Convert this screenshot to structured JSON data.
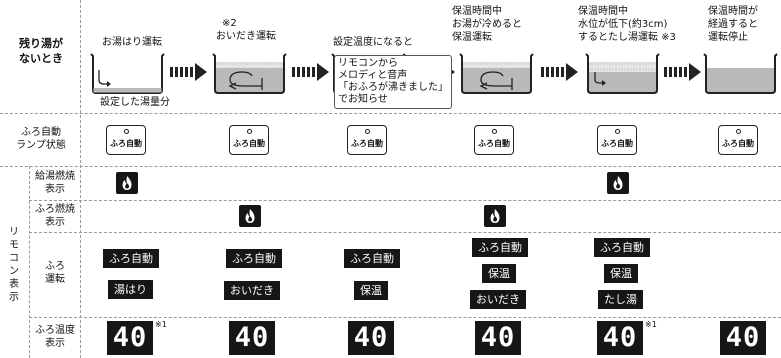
{
  "row_labels": {
    "no_water": [
      "残り湯が",
      "ないとき"
    ],
    "lamp": [
      "ふろ自動",
      "ランプ状態"
    ],
    "remote_title": "リモコン表示",
    "supply": [
      "給湯燃焼",
      "表示"
    ],
    "bath_burn": [
      "ふろ燃焼",
      "表示"
    ],
    "bath_op": [
      "ふろ",
      "運転"
    ],
    "temp": [
      "ふろ温度",
      "表示"
    ]
  },
  "steps": [
    {
      "title": [
        "お湯はり運転"
      ],
      "bottom": "設定した湯量分"
    },
    {
      "title": [
        "※2",
        "おいだき運転"
      ]
    },
    {
      "title": [
        "設定温度になると"
      ],
      "note": [
        "リモコンから",
        "メロディと音声",
        "「おふろが沸きました」",
        "でお知らせ"
      ]
    },
    {
      "title": [
        "保温時間中",
        "お湯が冷めると",
        "保温運転"
      ]
    },
    {
      "title": [
        "保温時間中",
        "水位が低下(約3cm)",
        "するとたし湯運転 ※3"
      ]
    },
    {
      "title": [
        "保温時間が",
        "経過すると",
        "運転停止"
      ]
    }
  ],
  "lamp_label": "ふろ自動",
  "op_tags": [
    [
      "ふろ自動",
      "湯はり"
    ],
    [
      "ふろ自動",
      "おいだき"
    ],
    [
      "ふろ自動",
      "保温"
    ],
    [
      "ふろ自動",
      "保温",
      "おいだき"
    ],
    [
      "ふろ自動",
      "保温",
      "たし湯"
    ]
  ],
  "temp_value": "40",
  "temp_notes": [
    "※1",
    "",
    "",
    "",
    "※1",
    ""
  ],
  "colors": {
    "display_bg": "#161616",
    "display_fg": "#ffffff",
    "water": "#b9b9b9",
    "divider": "#9a9a9a"
  }
}
